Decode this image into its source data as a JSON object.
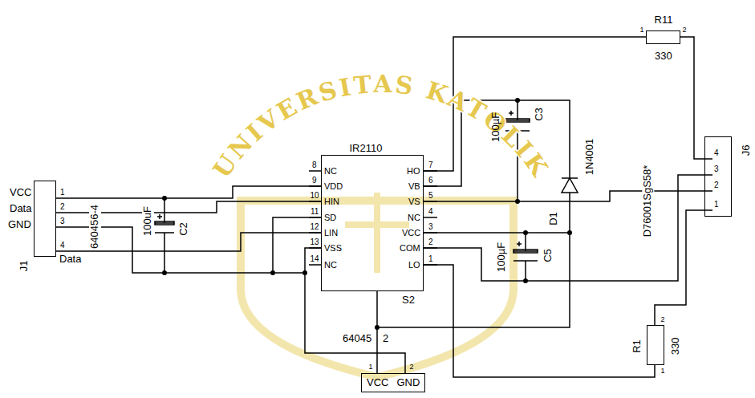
{
  "diagram": {
    "nodes": [
      {
        "text": [
          "J1"
        ]
      },
      {
        "text": [
          "IR2110",
          "S2"
        ]
      },
      {
        "text": [
          "J6"
        ]
      },
      {
        "text": [
          "VCC",
          "GND"
        ]
      },
      {
        "text": [
          "R11",
          "330"
        ]
      },
      {
        "text": [
          "R1",
          "330"
        ]
      }
    ],
    "edges": [
      {
        "from": 0,
        "to": 1,
        "arrow": "none"
      },
      {
        "from": 0,
        "to": 1,
        "arrow": "none"
      },
      {
        "from": 0,
        "to": 1,
        "arrow": "none"
      },
      {
        "from": 0,
        "to": 1,
        "arrow": "none"
      },
      {
        "from": 1,
        "to": 4,
        "arrow": "none"
      },
      {
        "from": 4,
        "to": 2,
        "arrow": "none"
      },
      {
        "from": 1,
        "to": 5,
        "arrow": "none"
      },
      {
        "from": 5,
        "to": 2,
        "arrow": "none"
      },
      {
        "from": 3,
        "to": 1,
        "arrow": "none"
      }
    ],
    "labels": [
      "VCC",
      "Data",
      "GND",
      "Data",
      "1",
      "2",
      "3",
      "4",
      "640456-4",
      "100uF",
      "C2",
      "NC",
      "VDD",
      "HIN",
      "SD",
      "LIN",
      "VSS",
      "NC",
      "8",
      "9",
      "10",
      "11",
      "12",
      "13",
      "14",
      "HO",
      "VB",
      "VS",
      "NC",
      "VCC",
      "COM",
      "LO",
      "7",
      "6",
      "5",
      "4",
      "3",
      "2",
      "1",
      "100µF",
      "C3",
      "D1",
      "1N4001",
      "100µF",
      "C5",
      "D76001SgS58*",
      "4",
      "3",
      "2",
      "1",
      "64045",
      "2",
      "1",
      "2",
      "1",
      "2",
      "2",
      "1",
      "UNIVERSITAS KATOLIK"
    ]
  }
}
